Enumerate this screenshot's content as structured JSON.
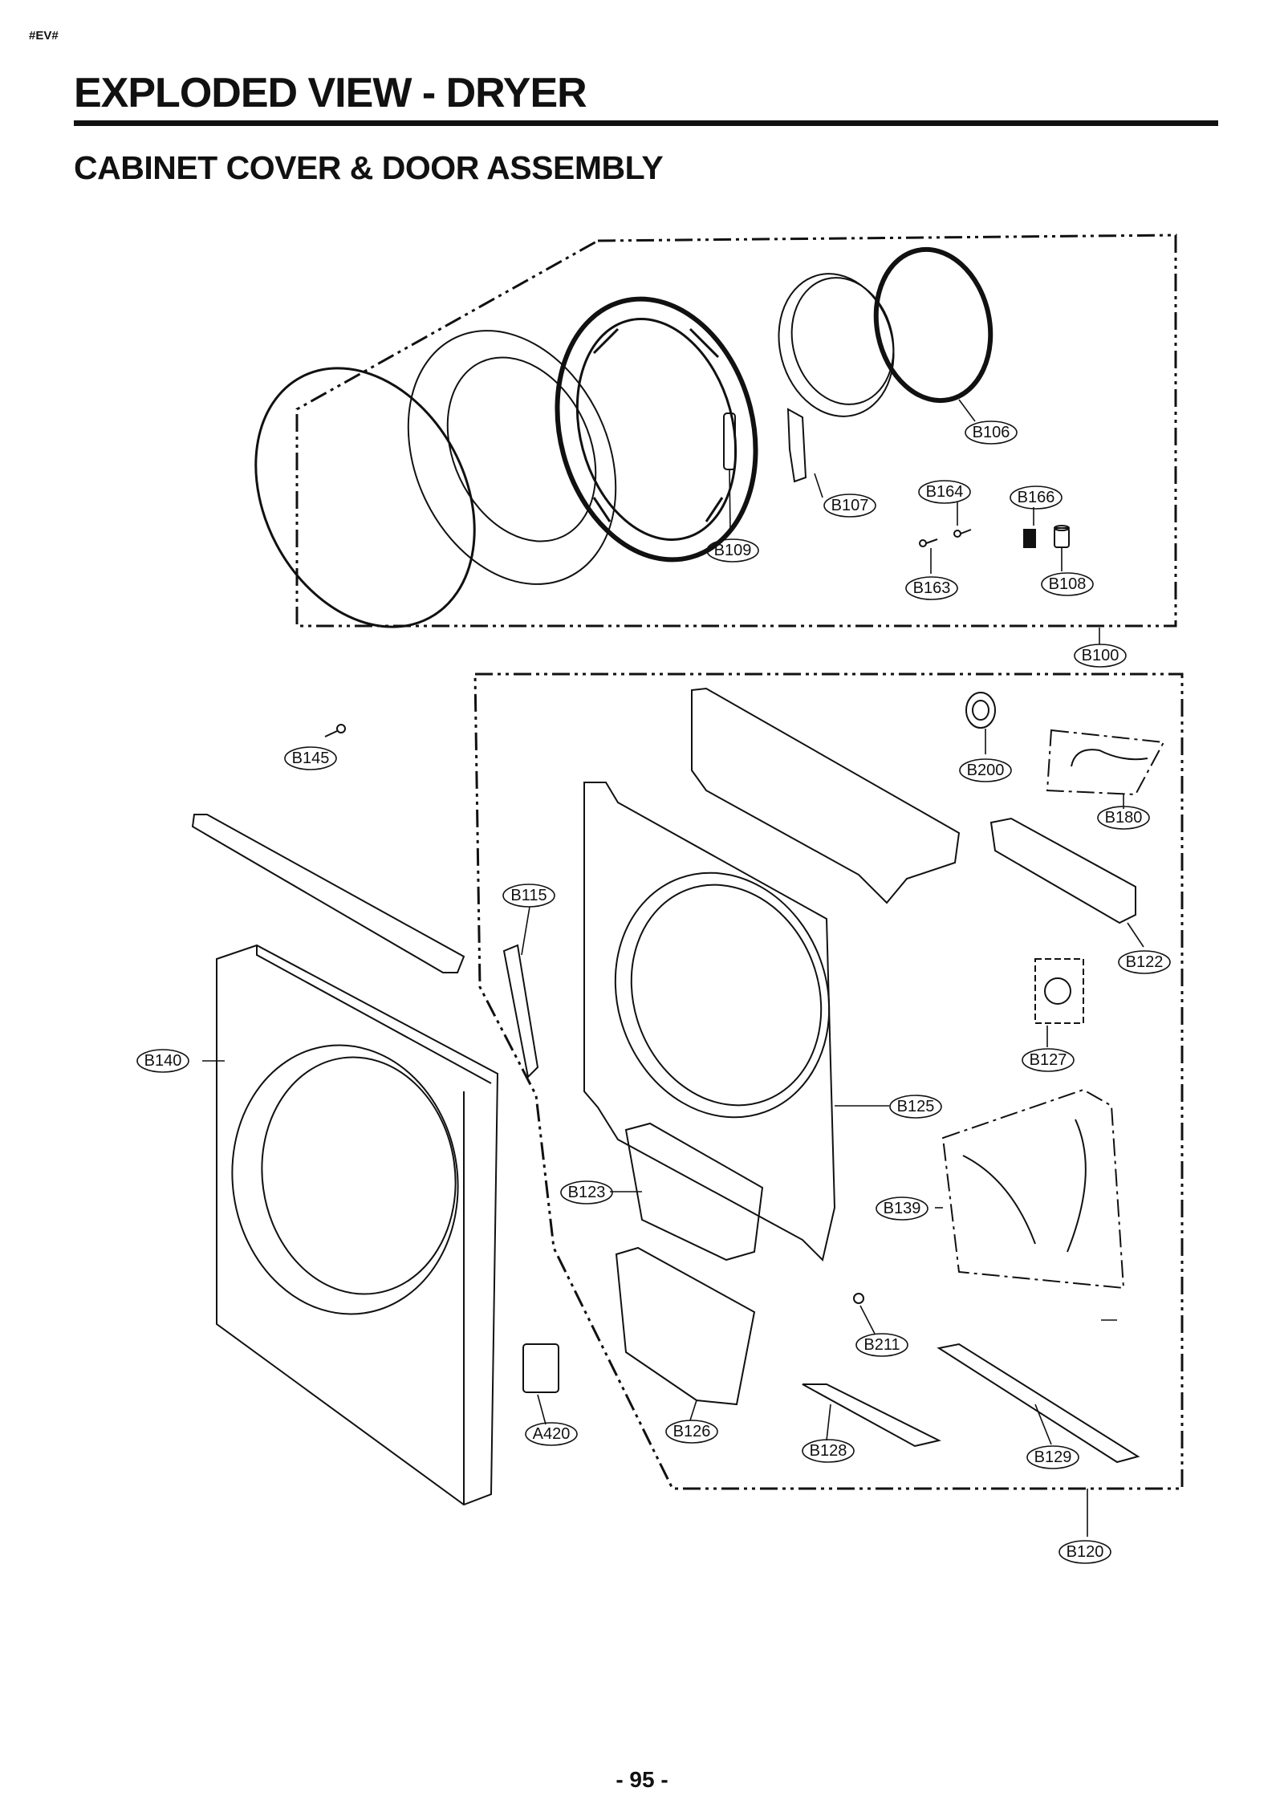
{
  "header": {
    "tag": "#EV#",
    "title": "EXPLODED VIEW - DRYER",
    "subtitle": "CABINET COVER & DOOR ASSEMBLY"
  },
  "callouts": {
    "b106": "B106",
    "b107": "B107",
    "b109": "B109",
    "b164": "B164",
    "b166": "B166",
    "b163": "B163",
    "b108": "B108",
    "b100": "B100",
    "b145": "B145",
    "b200": "B200",
    "b180": "B180",
    "b115": "B115",
    "b122": "B122",
    "b140": "B140",
    "b127": "B127",
    "b125": "B125",
    "b123": "B123",
    "b139": "B139",
    "b211": "B211",
    "a420": "A420",
    "b126": "B126",
    "b128": "B128",
    "b129": "B129",
    "b120": "B120"
  },
  "footer": {
    "page_number": "- 95 -"
  }
}
